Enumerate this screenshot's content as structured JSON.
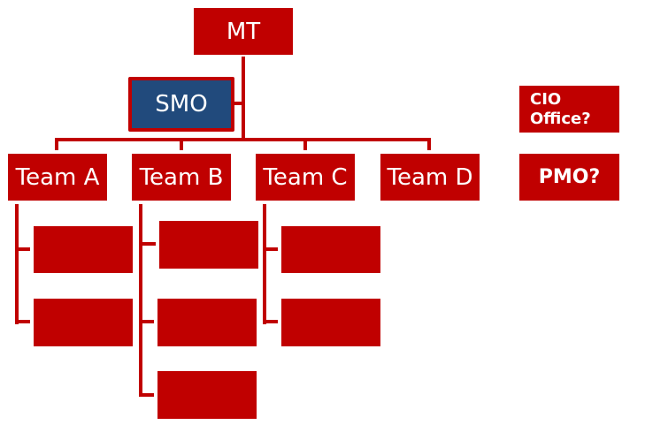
{
  "colors": {
    "node": "#C00000",
    "highlight": "#214A7C",
    "text": "#FFFFFF"
  },
  "top": {
    "label": "MT"
  },
  "staff": {
    "label": "SMO"
  },
  "teams": [
    {
      "label": "Team A"
    },
    {
      "label": "Team B"
    },
    {
      "label": "Team C"
    },
    {
      "label": "Team D"
    }
  ],
  "side": {
    "cio": "CIO Office?",
    "pmo": "PMO?"
  }
}
